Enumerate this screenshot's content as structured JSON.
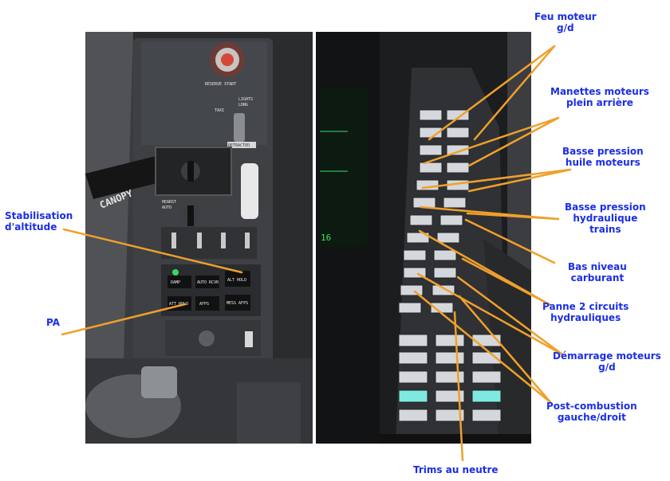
{
  "colors": {
    "label": "#1a2ee8",
    "leader_line": "#f0a02a",
    "panel_dark": "#25272a",
    "panel_mid": "#3a3d41",
    "warning_lamp": "#d4d8dc",
    "lit_lamp": "#7fe8e0",
    "green_led": "#38d860"
  },
  "labels": {
    "feu_moteur": "Feu moteur\ng/d",
    "manettes": "Manettes moteurs\nplein arrière",
    "basse_huile": "Basse pression\nhuile moteurs",
    "basse_hydro": "Basse pression\nhydraulique\ntrains",
    "bas_niveau": "Bas niveau\ncarburant",
    "panne_circuits": "Panne 2 circuits\nhydrauliques",
    "demarrage": "Démarrage moteurs\ng/d",
    "post_combustion": "Post-combustion\ngauche/droit",
    "trims": "Trims au neutre",
    "stabilisation": "Stabilisation\nd'altitude",
    "pa": "PA"
  },
  "cockpit_text": {
    "reserve_start": "RESERVE START",
    "lights": "LIGHTS",
    "taxi": "TAXI",
    "landg": "LDNG",
    "retracted": "RETRACTED",
    "canopy": "CANOPY",
    "hearst": "HEARST",
    "auto": "AUTO",
    "damp": "DAMP",
    "auto_rcvr": "AUTO RCVR",
    "alt_hold": "ALT HOLD",
    "att_hold": "ATT HOLD",
    "afps": "AFPS",
    "mess_afps": "MESS AFPS",
    "digital": "16"
  }
}
